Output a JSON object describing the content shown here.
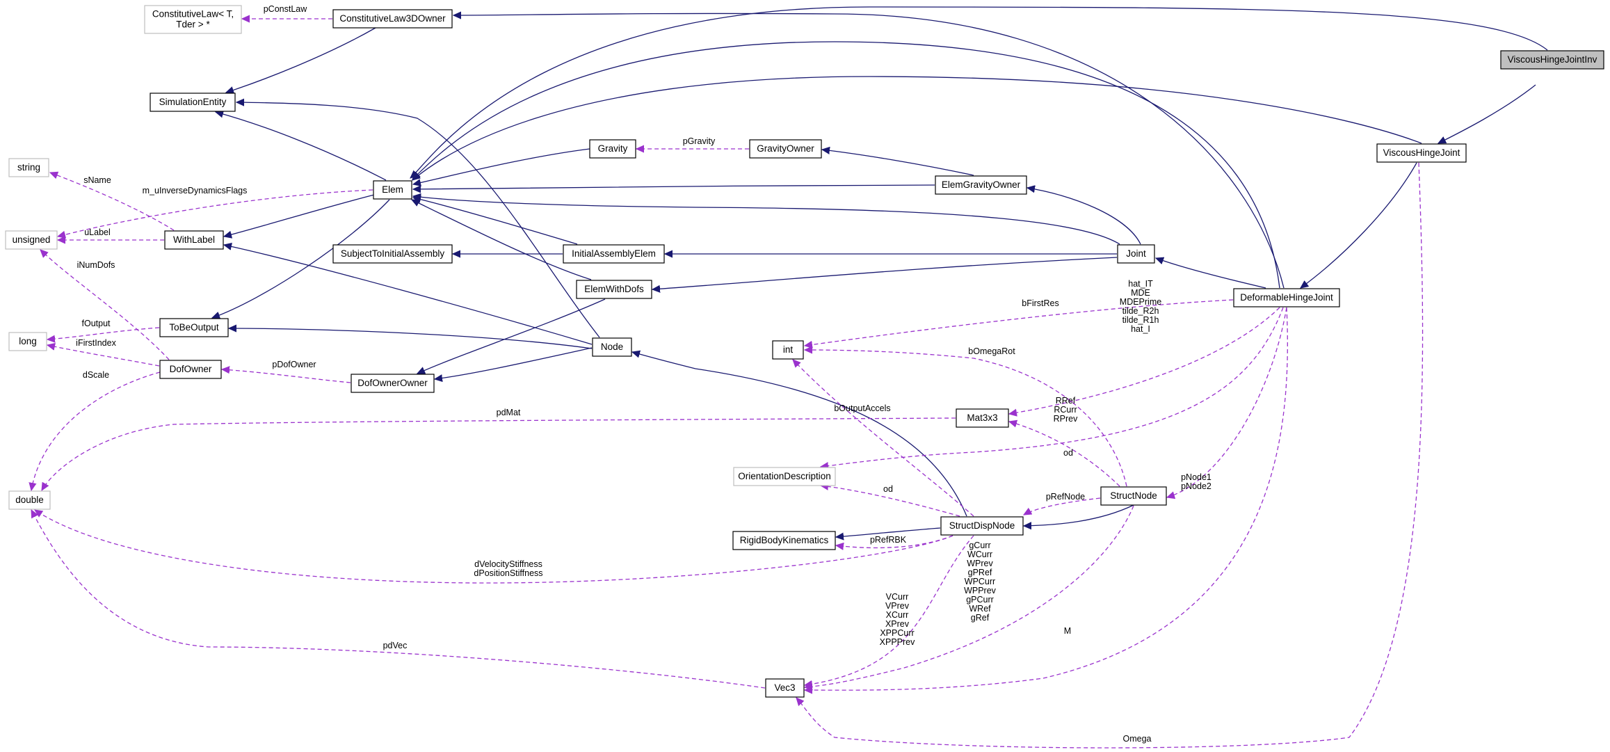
{
  "colors": {
    "inheritance": "#191970",
    "usage": "#9a32cd",
    "node_border": "#000000",
    "external_border": "#bfbfbf",
    "highlight_fill": "#bfbfbf",
    "background": "#ffffff"
  },
  "nodes": [
    {
      "id": "ViscousHingeJointInv",
      "lines": [
        "ViscousHingeJointInv"
      ],
      "style": "highlight"
    },
    {
      "id": "ViscousHingeJoint",
      "lines": [
        "ViscousHingeJoint"
      ],
      "style": "class"
    },
    {
      "id": "DeformableHingeJoint",
      "lines": [
        "DeformableHingeJoint"
      ],
      "style": "class"
    },
    {
      "id": "ConstitutiveLawT",
      "lines": [
        "ConstitutiveLaw< T,",
        "Tder > *"
      ],
      "style": "external"
    },
    {
      "id": "ConstitutiveLaw3DOwner",
      "lines": [
        "ConstitutiveLaw3DOwner"
      ],
      "style": "class"
    },
    {
      "id": "SimulationEntity",
      "lines": [
        "SimulationEntity"
      ],
      "style": "class"
    },
    {
      "id": "string",
      "lines": [
        "string"
      ],
      "style": "external"
    },
    {
      "id": "Elem",
      "lines": [
        "Elem"
      ],
      "style": "class"
    },
    {
      "id": "Gravity",
      "lines": [
        "Gravity"
      ],
      "style": "class"
    },
    {
      "id": "GravityOwner",
      "lines": [
        "GravityOwner"
      ],
      "style": "class"
    },
    {
      "id": "ElemGravityOwner",
      "lines": [
        "ElemGravityOwner"
      ],
      "style": "class"
    },
    {
      "id": "unsigned",
      "lines": [
        "unsigned"
      ],
      "style": "external"
    },
    {
      "id": "WithLabel",
      "lines": [
        "WithLabel"
      ],
      "style": "class"
    },
    {
      "id": "SubjectToInitialAssembly",
      "lines": [
        "SubjectToInitialAssembly"
      ],
      "style": "class"
    },
    {
      "id": "InitialAssemblyElem",
      "lines": [
        "InitialAssemblyElem"
      ],
      "style": "class"
    },
    {
      "id": "Joint",
      "lines": [
        "Joint"
      ],
      "style": "class"
    },
    {
      "id": "ElemWithDofs",
      "lines": [
        "ElemWithDofs"
      ],
      "style": "class"
    },
    {
      "id": "long",
      "lines": [
        "long"
      ],
      "style": "external"
    },
    {
      "id": "ToBeOutput",
      "lines": [
        "ToBeOutput"
      ],
      "style": "class"
    },
    {
      "id": "Node",
      "lines": [
        "Node"
      ],
      "style": "class"
    },
    {
      "id": "int",
      "lines": [
        "int"
      ],
      "style": "class"
    },
    {
      "id": "DofOwner",
      "lines": [
        "DofOwner"
      ],
      "style": "class"
    },
    {
      "id": "DofOwnerOwner",
      "lines": [
        "DofOwnerOwner"
      ],
      "style": "class"
    },
    {
      "id": "Mat3x3",
      "lines": [
        "Mat3x3"
      ],
      "style": "class"
    },
    {
      "id": "OrientationDescription",
      "lines": [
        "OrientationDescription"
      ],
      "style": "external"
    },
    {
      "id": "double",
      "lines": [
        "double"
      ],
      "style": "external"
    },
    {
      "id": "StructNode",
      "lines": [
        "StructNode"
      ],
      "style": "class"
    },
    {
      "id": "StructDispNode",
      "lines": [
        "StructDispNode"
      ],
      "style": "class"
    },
    {
      "id": "RigidBodyKinematics",
      "lines": [
        "RigidBodyKinematics"
      ],
      "style": "class"
    },
    {
      "id": "Vec3",
      "lines": [
        "Vec3"
      ],
      "style": "class"
    }
  ],
  "edges": [
    {
      "from": "ViscousHingeJoint",
      "to": "ViscousHingeJointInv",
      "kind": "inheritance"
    },
    {
      "from": "Elem",
      "to": "ViscousHingeJointInv",
      "kind": "inheritance"
    },
    {
      "from": "DeformableHingeJoint",
      "to": "ViscousHingeJoint",
      "kind": "inheritance"
    },
    {
      "from": "Elem",
      "to": "ViscousHingeJoint",
      "kind": "inheritance"
    },
    {
      "from": "ConstitutiveLaw3DOwner",
      "to": "DeformableHingeJoint",
      "kind": "inheritance"
    },
    {
      "from": "Elem",
      "to": "DeformableHingeJoint",
      "kind": "inheritance"
    },
    {
      "from": "Joint",
      "to": "DeformableHingeJoint",
      "kind": "inheritance"
    },
    {
      "from": "SimulationEntity",
      "to": "ConstitutiveLaw3DOwner",
      "kind": "inheritance"
    },
    {
      "from": "SimulationEntity",
      "to": "Elem",
      "kind": "inheritance"
    },
    {
      "from": "SimulationEntity",
      "to": "Node",
      "kind": "inheritance"
    },
    {
      "from": "Elem",
      "to": "Gravity",
      "kind": "inheritance"
    },
    {
      "from": "GravityOwner",
      "to": "ElemGravityOwner",
      "kind": "inheritance"
    },
    {
      "from": "Elem",
      "to": "ElemGravityOwner",
      "kind": "inheritance"
    },
    {
      "from": "WithLabel",
      "to": "Elem",
      "kind": "inheritance"
    },
    {
      "from": "ToBeOutput",
      "to": "Elem",
      "kind": "inheritance"
    },
    {
      "from": "WithLabel",
      "to": "Node",
      "kind": "inheritance"
    },
    {
      "from": "ToBeOutput",
      "to": "Node",
      "kind": "inheritance"
    },
    {
      "from": "Elem",
      "to": "InitialAssemblyElem",
      "kind": "inheritance"
    },
    {
      "from": "SubjectToInitialAssembly",
      "to": "InitialAssemblyElem",
      "kind": "inheritance"
    },
    {
      "from": "Elem",
      "to": "ElemWithDofs",
      "kind": "inheritance"
    },
    {
      "from": "DofOwnerOwner",
      "to": "ElemWithDofs",
      "kind": "inheritance"
    },
    {
      "from": "DofOwnerOwner",
      "to": "Node",
      "kind": "inheritance"
    },
    {
      "from": "Elem",
      "to": "Joint",
      "kind": "inheritance"
    },
    {
      "from": "ElemGravityOwner",
      "to": "Joint",
      "kind": "inheritance"
    },
    {
      "from": "InitialAssemblyElem",
      "to": "Joint",
      "kind": "inheritance"
    },
    {
      "from": "ElemWithDofs",
      "to": "Joint",
      "kind": "inheritance"
    },
    {
      "from": "Node",
      "to": "StructDispNode",
      "kind": "inheritance"
    },
    {
      "from": "RigidBodyKinematics",
      "to": "StructDispNode",
      "kind": "inheritance"
    },
    {
      "from": "StructDispNode",
      "to": "StructNode",
      "kind": "inheritance"
    },
    {
      "from": "ConstitutiveLawT",
      "to": "ConstitutiveLaw3DOwner",
      "kind": "usage",
      "label": [
        "pConstLaw"
      ]
    },
    {
      "from": "Gravity",
      "to": "GravityOwner",
      "kind": "usage",
      "label": [
        "pGravity"
      ]
    },
    {
      "from": "string",
      "to": "WithLabel",
      "kind": "usage",
      "label": [
        "sName"
      ]
    },
    {
      "from": "unsigned",
      "to": "WithLabel",
      "kind": "usage",
      "label": [
        "uLabel"
      ]
    },
    {
      "from": "unsigned",
      "to": "Elem",
      "kind": "usage",
      "label": [
        "m_uInverseDynamicsFlags"
      ]
    },
    {
      "from": "unsigned",
      "to": "DofOwner",
      "kind": "usage",
      "label": [
        "iNumDofs"
      ]
    },
    {
      "from": "long",
      "to": "ToBeOutput",
      "kind": "usage",
      "label": [
        "fOutput"
      ]
    },
    {
      "from": "long",
      "to": "DofOwner",
      "kind": "usage",
      "label": [
        "iFirstIndex"
      ]
    },
    {
      "from": "DofOwner",
      "to": "DofOwnerOwner",
      "kind": "usage",
      "label": [
        "pDofOwner"
      ]
    },
    {
      "from": "double",
      "to": "DofOwner",
      "kind": "usage",
      "label": [
        "dScale"
      ]
    },
    {
      "from": "double",
      "to": "Mat3x3",
      "kind": "usage",
      "label": [
        "pdMat"
      ]
    },
    {
      "from": "double",
      "to": "Vec3",
      "kind": "usage",
      "label": [
        "pdVec"
      ]
    },
    {
      "from": "double",
      "to": "StructDispNode",
      "kind": "usage",
      "label": [
        "dVelocityStiffness",
        "dPositionStiffness"
      ]
    },
    {
      "from": "int",
      "to": "DeformableHingeJoint",
      "kind": "usage",
      "label": [
        "bFirstRes"
      ]
    },
    {
      "from": "int",
      "to": "StructNode",
      "kind": "usage",
      "label": [
        "bOmegaRot"
      ]
    },
    {
      "from": "int",
      "to": "StructDispNode",
      "kind": "usage",
      "label": [
        "bOutputAccels"
      ]
    },
    {
      "from": "Mat3x3",
      "to": "DeformableHingeJoint",
      "kind": "usage",
      "label": [
        "hat_IT",
        "MDE",
        "MDEPrime",
        "tilde_R2h",
        "tilde_R1h",
        "hat_I"
      ]
    },
    {
      "from": "Mat3x3",
      "to": "StructNode",
      "kind": "usage",
      "label": [
        "RRef",
        "RCurr",
        "RPrev"
      ]
    },
    {
      "from": "OrientationDescription",
      "to": "DeformableHingeJoint",
      "kind": "usage",
      "label": [
        "od"
      ]
    },
    {
      "from": "OrientationDescription",
      "to": "StructDispNode",
      "kind": "usage",
      "label": [
        "od"
      ]
    },
    {
      "from": "StructNode",
      "to": "StructDispNode",
      "kind": "usage",
      "label": [
        "pRefNode"
      ]
    },
    {
      "from": "StructNode",
      "to": "DeformableHingeJoint",
      "kind": "usage",
      "label": [
        "pNode1",
        "pNode2"
      ]
    },
    {
      "from": "RigidBodyKinematics",
      "to": "StructDispNode",
      "kind": "usage",
      "label": [
        "pRefRBK"
      ]
    },
    {
      "from": "Vec3",
      "to": "StructNode",
      "kind": "usage",
      "label": [
        "gCurr",
        "WCurr",
        "WPrev",
        "gPRef",
        "WPCurr",
        "WPPrev",
        "gPCurr",
        "WRef",
        "gRef"
      ]
    },
    {
      "from": "Vec3",
      "to": "StructDispNode",
      "kind": "usage",
      "label": [
        "VCurr",
        "VPrev",
        "XCurr",
        "XPrev",
        "XPPCurr",
        "XPPPrev"
      ]
    },
    {
      "from": "Vec3",
      "to": "DeformableHingeJoint",
      "kind": "usage",
      "label": [
        "M"
      ]
    },
    {
      "from": "Vec3",
      "to": "ViscousHingeJoint",
      "kind": "usage",
      "label": [
        "Omega"
      ]
    }
  ]
}
